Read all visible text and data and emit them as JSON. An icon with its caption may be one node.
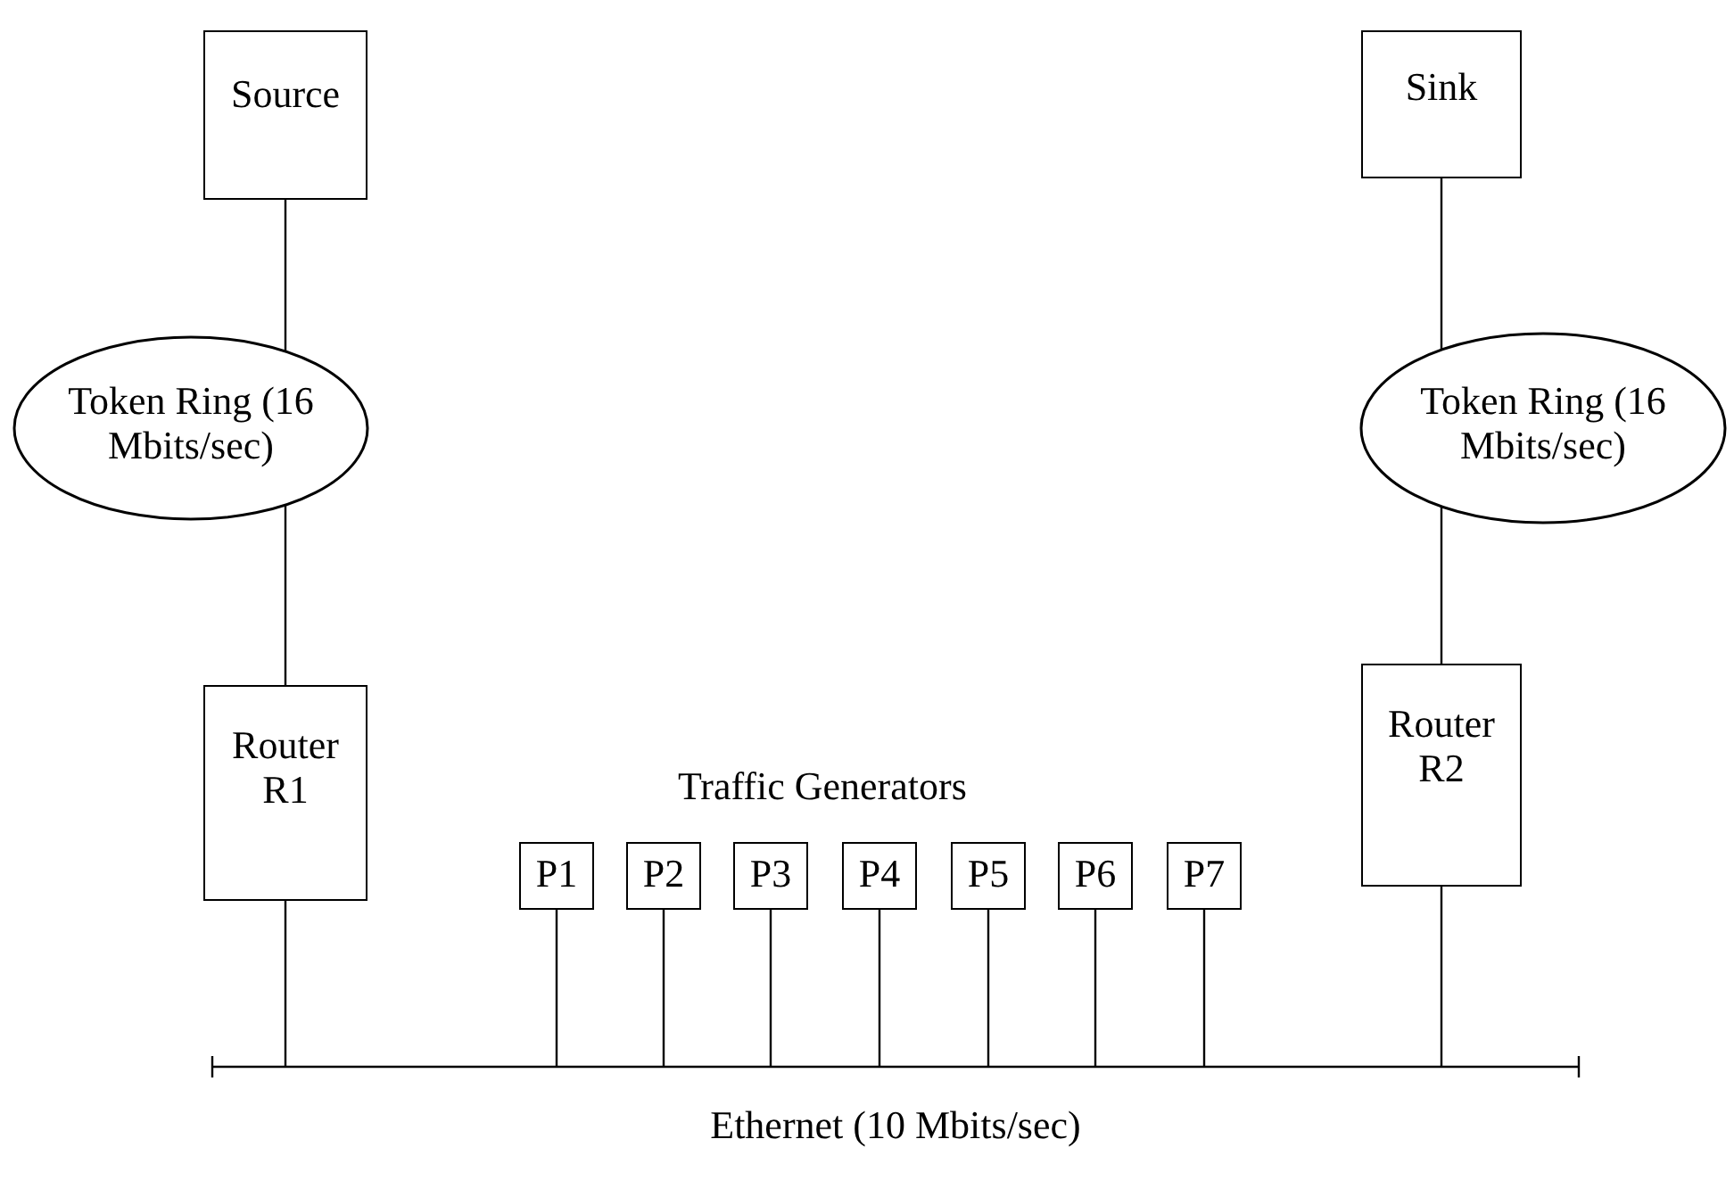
{
  "diagram": {
    "nodes": [
      {
        "text": [
          "Source"
        ]
      },
      {
        "text": [
          "Sink"
        ]
      },
      {
        "text": [
          "Token Ring (16 Mbits/sec)"
        ]
      },
      {
        "text": [
          "Token Ring (16 Mbits/sec)"
        ]
      },
      {
        "text": [
          "Router R1"
        ]
      },
      {
        "text": [
          "Router R2"
        ]
      },
      {
        "text": [
          "P1"
        ]
      },
      {
        "text": [
          "P2"
        ]
      },
      {
        "text": [
          "P3"
        ]
      },
      {
        "text": [
          "P4"
        ]
      },
      {
        "text": [
          "P5"
        ]
      },
      {
        "text": [
          "P6"
        ]
      },
      {
        "text": [
          "P7"
        ]
      },
      {
        "text": [
          "Ethernet (10 Mbits/sec)"
        ]
      }
    ],
    "edges": [
      {
        "from": 0,
        "to": 2,
        "arrow": "none"
      },
      {
        "from": 1,
        "to": 3,
        "arrow": "none"
      },
      {
        "from": 2,
        "to": 4,
        "arrow": "none"
      },
      {
        "from": 3,
        "to": 5,
        "arrow": "none"
      },
      {
        "from": 4,
        "to": 13,
        "arrow": "none"
      },
      {
        "from": 6,
        "to": 13,
        "arrow": "none"
      },
      {
        "from": 7,
        "to": 13,
        "arrow": "none"
      },
      {
        "from": 8,
        "to": 13,
        "arrow": "none"
      },
      {
        "from": 9,
        "to": 13,
        "arrow": "none"
      },
      {
        "from": 10,
        "to": 13,
        "arrow": "none"
      },
      {
        "from": 11,
        "to": 13,
        "arrow": "none"
      },
      {
        "from": 12,
        "to": 13,
        "arrow": "none"
      },
      {
        "from": 5,
        "to": 13,
        "arrow": "none"
      }
    ],
    "labels": [
      "Traffic Generators"
    ]
  }
}
